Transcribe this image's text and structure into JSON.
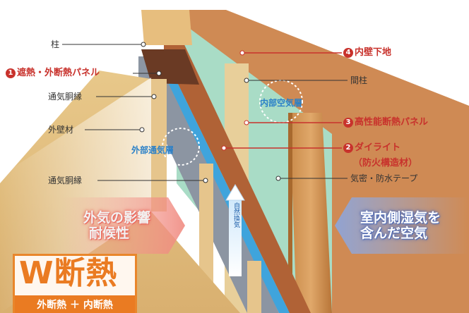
{
  "labels": {
    "pillar": "柱",
    "panel1_num": "1",
    "panel1": "遮熱・外断熱パネル",
    "furring1": "通気胴縁",
    "siding": "外壁材",
    "furring2": "通気胴縁",
    "inner_wall_num": "4",
    "inner_wall": "内壁下地",
    "stud": "間柱",
    "panel3_num": "3",
    "panel3": "高性能断熱パネル",
    "dailite_num": "2",
    "dailite": "ダイライト",
    "dailite_sub": "（防火構造材）",
    "tape": "気密・防水テープ"
  },
  "zones": {
    "inner_air": "内部空気層",
    "outer_air": "外部通気層",
    "natural_vent": "自然換気"
  },
  "callouts": {
    "outside_line1": "外気の影響",
    "outside_line2": "耐候性",
    "inside_line1": "室内側湿気を",
    "inside_line2": "含んだ空気"
  },
  "badge": {
    "title": "W断熱",
    "subtitle": "外断熱 ＋ 内断熱"
  },
  "colors": {
    "accent_red": "#c8322c",
    "accent_blue": "#2a80c8",
    "badge_orange": "#ea7b22"
  }
}
